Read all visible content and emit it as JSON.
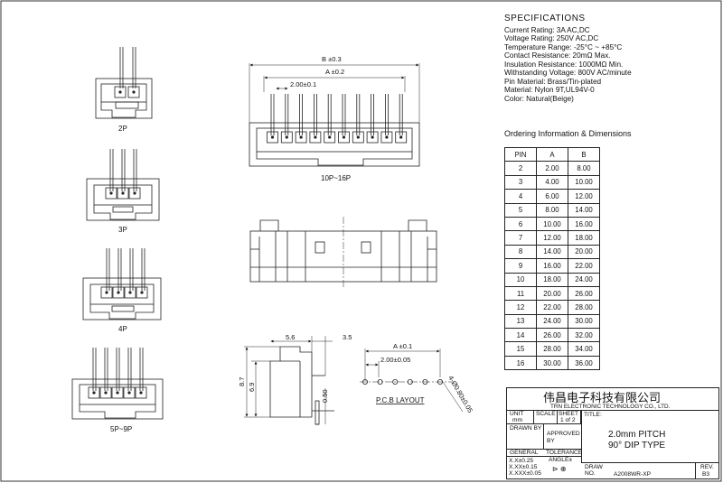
{
  "specifications": {
    "heading": "SPECIFICATIONS",
    "lines": [
      "Current Rating:  3A  AC,DC",
      "Voltage Rating:  250V AC,DC",
      "Temperature Range:  -25°C ~ +85°C",
      "Contact Resistance:  20mΩ Max.",
      "Insulation Resistance:  1000MΩ Min.",
      "Withstanding Voltage:  800V AC/minute",
      "Pin Material:  Brass/Tin-plated",
      "Material:  Nylon 9T,UL94V-0",
      "Color:  Natural(Beige)"
    ]
  },
  "ordering": {
    "heading": "Ordering  Information  &  Dimensions",
    "columns": [
      "PIN",
      "A",
      "B"
    ],
    "rows": [
      [
        "2",
        "2.00",
        "8.00"
      ],
      [
        "3",
        "4.00",
        "10.00"
      ],
      [
        "4",
        "6.00",
        "12.00"
      ],
      [
        "5",
        "8.00",
        "14.00"
      ],
      [
        "6",
        "10.00",
        "16.00"
      ],
      [
        "7",
        "12.00",
        "18.00"
      ],
      [
        "8",
        "14.00",
        "20.00"
      ],
      [
        "9",
        "16.00",
        "22.00"
      ],
      [
        "10",
        "18.00",
        "24.00"
      ],
      [
        "11",
        "20.00",
        "26.00"
      ],
      [
        "12",
        "22.00",
        "28.00"
      ],
      [
        "13",
        "24.00",
        "30.00"
      ],
      [
        "14",
        "26.00",
        "32.00"
      ],
      [
        "15",
        "28.00",
        "34.00"
      ],
      [
        "16",
        "30.00",
        "36.00"
      ]
    ]
  },
  "views": {
    "view_2p": "2P",
    "view_3p": "3P",
    "view_4p": "4P",
    "view_5p9p": "5P~9P",
    "view_10p16p": "10P~16P",
    "dim_b": "B ±0.3",
    "dim_a": "A ±0.2",
    "dim_pitch": "2.00±0.1",
    "side_w1": "5.6",
    "side_w2": "3.5",
    "side_h1": "8.7",
    "side_h2": "6.9",
    "side_pin": "0.50",
    "pcb_a": "A ±0.1",
    "pcb_pitch": "2.00±0.05",
    "pcb_hole": "4-Ø0.80±0.05",
    "pcb_layout": "P.C.B LAYOUT"
  },
  "title_block": {
    "company_cn": "伟昌电子科技有限公司",
    "company_en": "TRN ELECTRONIC TECHNOLOGY CO., LTD.",
    "unit_label": "UNIT",
    "unit_value": "mm",
    "scale_label": "SCALE",
    "sheet_label": "SHEET",
    "sheet_value": "1 of 2",
    "title_label": "TITLE:",
    "title_line1": "2.0mm PITCH",
    "title_line2": "90° DIP TYPE",
    "drawn_by": "DRAWN BY",
    "approved_by": "APPROVED BY",
    "general": "GENERAL",
    "tolerance": "TOLERANCE",
    "angle": "ANGLE±",
    "tol1": "X.X±0.25",
    "tol2": "X.XX±0.15",
    "tol3": "X.XXX±0.05",
    "draw_no_label": "DRAW NO.",
    "draw_no": "A2008WR-XP",
    "rev_label": "REV.",
    "rev_value": "B3"
  }
}
